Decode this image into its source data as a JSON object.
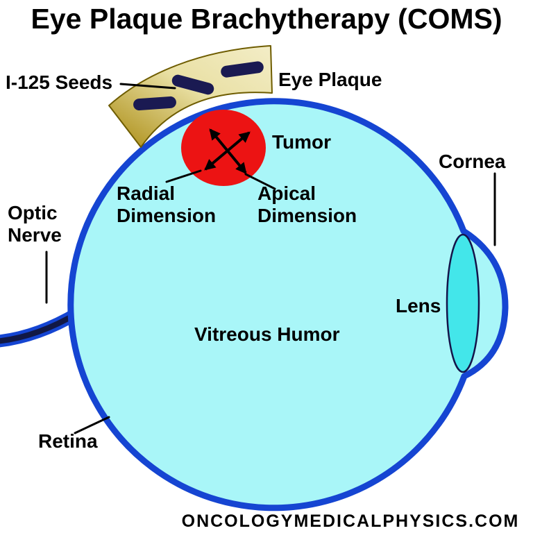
{
  "title": "Eye Plaque Brachytherapy (COMS)",
  "labels": {
    "i125_seeds": "I-125 Seeds",
    "eye_plaque": "Eye Plaque",
    "tumor": "Tumor",
    "radial_dimension": "Radial Dimension",
    "apical_dimension": "Apical Dimension",
    "cornea": "Cornea",
    "optic_nerve": "Optic Nerve",
    "lens": "Lens",
    "vitreous_humor": "Vitreous Humor",
    "retina": "Retina"
  },
  "watermark": "ONCOLOGYMEDICALPHYSICS.COM",
  "colors": {
    "text": "#000000",
    "eye_fill": "#A9F6F8",
    "eye_border": "#1545D2",
    "lens_fill": "#43E6EA",
    "lens_border": "#14144A",
    "tumor_fill": "#EC1313",
    "plaque_gold_dark": "#A98A10",
    "plaque_gold_mid": "#E9E0A4",
    "plaque_gold_light": "#F3EDC7",
    "plaque_border": "#6E5C00",
    "seed_fill": "#1A1A52",
    "optic_nerve_core": "#111845"
  }
}
